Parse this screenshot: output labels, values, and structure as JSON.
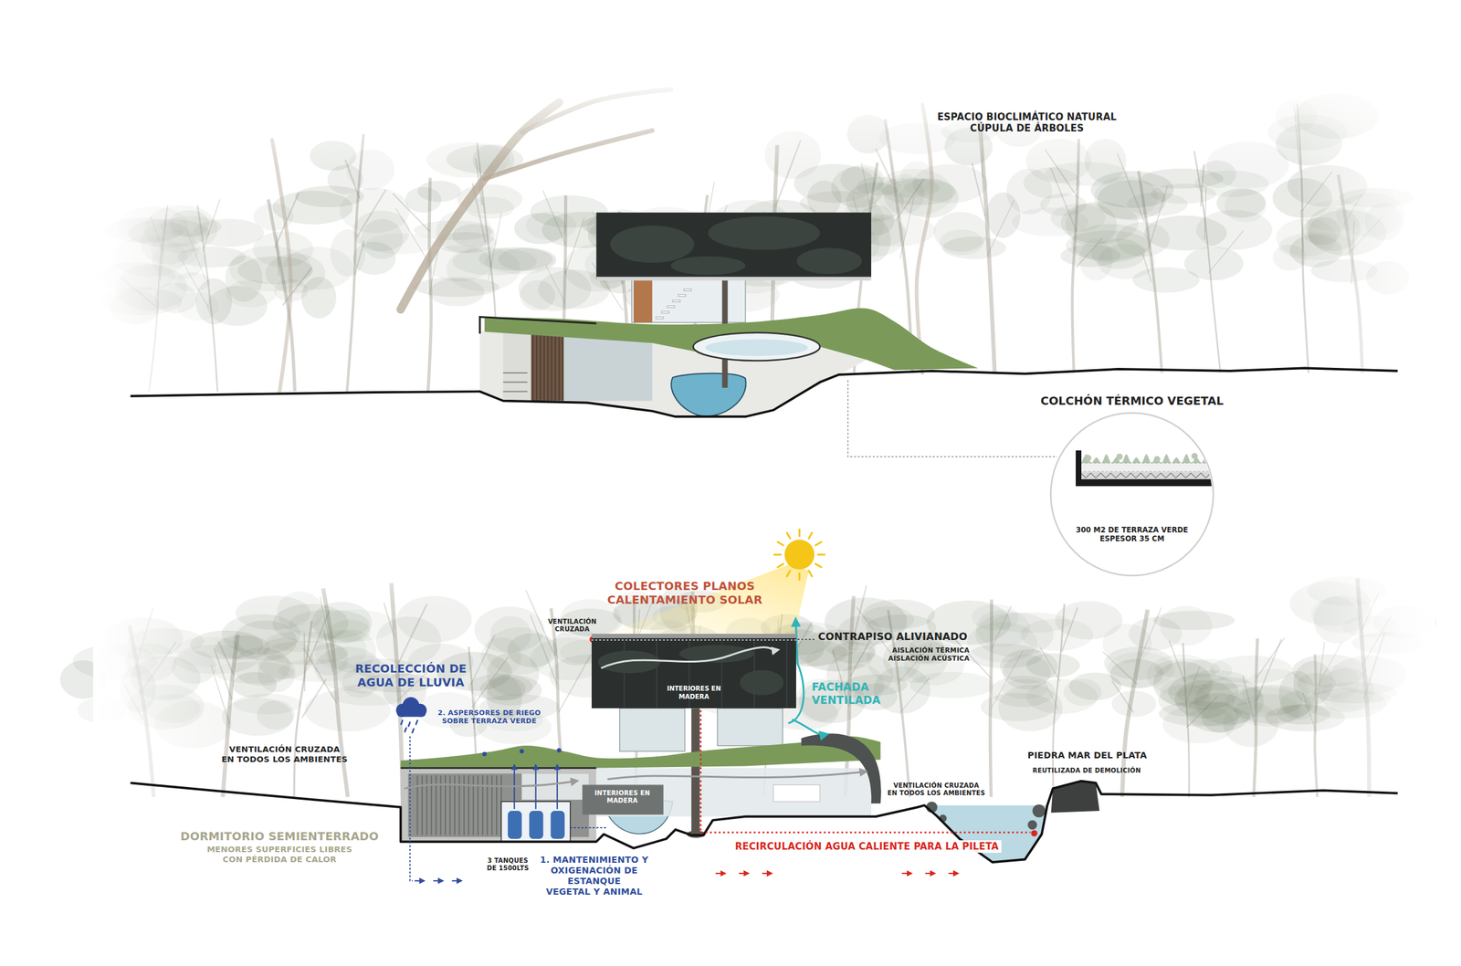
{
  "diagram": {
    "nodes": [
      {
        "text": [
          "COLCHÓN TÉRMICO VEGETAL",
          "300 M2 DE TERRAZA VERDE ESPESOR 35 CM"
        ]
      },
      {
        "text": [
          "INTERIORES EN MADERA"
        ]
      }
    ],
    "labels": [
      "ESPACIO BIOCLIMÁTICO NATURAL CÚPULA DE ÁRBOLES",
      "COLECTORES PLANOS CALENTAMIENTO SOLAR",
      "VENTILACIÓN CRUZADA",
      "CONTRAPISO ALIVIANADO",
      "AISLACIÓN TÉRMICA AISLACIÓN ACÚSTICA",
      "RECOLECCIÓN DE AGUA DE LLUVIA",
      "2. ASPERSORES DE RIEGO SOBRE TERRAZA VERDE",
      "FACHADA VENTILADA",
      "VENTILACIÓN CRUZADA EN TODOS LOS AMBIENTES",
      "PIEDRA MAR DEL PLATA",
      "REUTILIZADA DE DEMOLICIÓN",
      "INTERIORES EN MADERA",
      "VENTILACIÓN CRUZADA EN TODOS LOS AMBIENTES",
      "DORMITORIO SEMIENTERRADO",
      "MENORES SUPERFICIES LIBRES CON PÉRDIDA DE CALOR",
      "3 TANQUES DE 1500LTS",
      "1. MANTENIMIENTO Y OXIGENACIÓN DE ESTANQUE VEGETAL Y ANIMAL",
      "RECIRCULACIÓN AGUA CALIENTE PARA LA PILETA"
    ]
  }
}
